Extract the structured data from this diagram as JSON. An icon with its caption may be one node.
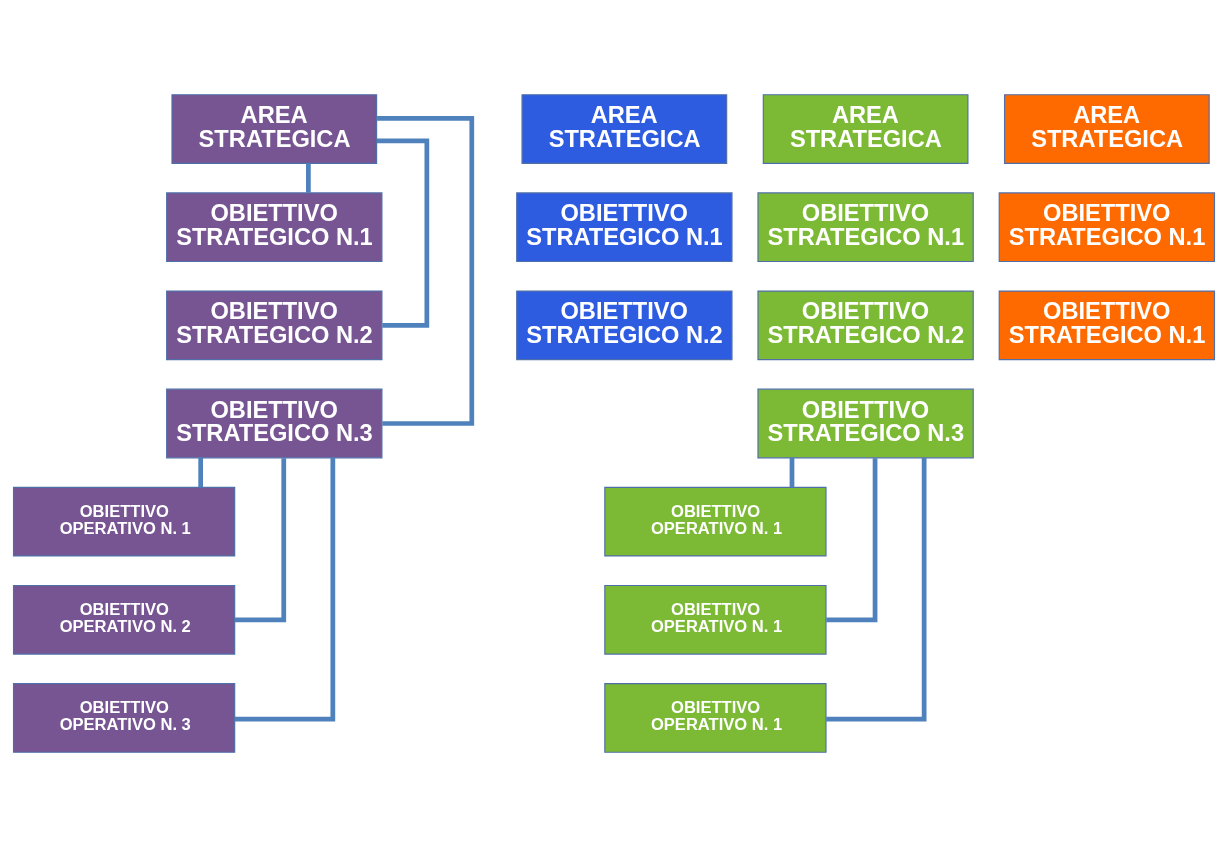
{
  "diagram": {
    "nodes": [
      {
        "text": [
          "AREA STRATEGICA"
        ]
      },
      {
        "text": [
          "OBIETTIVO STRATEGICO N.1"
        ]
      },
      {
        "text": [
          "OBIETTIVO STRATEGICO N.2"
        ]
      },
      {
        "text": [
          "OBIETTIVO STRATEGICO N.3"
        ]
      },
      {
        "text": [
          "OBIETTIVO OPERATIVO N. 1"
        ]
      },
      {
        "text": [
          "OBIETTIVO OPERATIVO N. 2"
        ]
      },
      {
        "text": [
          "OBIETTIVO OPERATIVO N. 3"
        ]
      },
      {
        "text": [
          "AREA STRATEGICA"
        ]
      },
      {
        "text": [
          "OBIETTIVO STRATEGICO N.1"
        ]
      },
      {
        "text": [
          "OBIETTIVO STRATEGICO N.2"
        ]
      },
      {
        "text": [
          "AREA STRATEGICA"
        ]
      },
      {
        "text": [
          "OBIETTIVO STRATEGICO N.1"
        ]
      },
      {
        "text": [
          "OBIETTIVO STRATEGICO N.2"
        ]
      },
      {
        "text": [
          "OBIETTIVO STRATEGICO N.3"
        ]
      },
      {
        "text": [
          "OBIETTIVO OPERATIVO N. 1"
        ]
      },
      {
        "text": [
          "OBIETTIVO OPERATIVO N. 1"
        ]
      },
      {
        "text": [
          "OBIETTIVO OPERATIVO N. 1"
        ]
      },
      {
        "text": [
          "AREA STRATEGICA"
        ]
      },
      {
        "text": [
          "OBIETTIVO STRATEGICO N.1"
        ]
      },
      {
        "text": [
          "OBIETTIVO STRATEGICO N.1"
        ]
      }
    ],
    "edges": [
      {
        "from": 0,
        "to": 1,
        "arrow": "none"
      },
      {
        "from": 0,
        "to": 2,
        "arrow": "none"
      },
      {
        "from": 0,
        "to": 3,
        "arrow": "none"
      },
      {
        "from": 3,
        "to": 4,
        "arrow": "none"
      },
      {
        "from": 3,
        "to": 5,
        "arrow": "none"
      },
      {
        "from": 3,
        "to": 6,
        "arrow": "none"
      },
      {
        "from": 13,
        "to": 14,
        "arrow": "none"
      },
      {
        "from": 13,
        "to": 15,
        "arrow": "none"
      },
      {
        "from": 13,
        "to": 16,
        "arrow": "none"
      }
    ]
  }
}
